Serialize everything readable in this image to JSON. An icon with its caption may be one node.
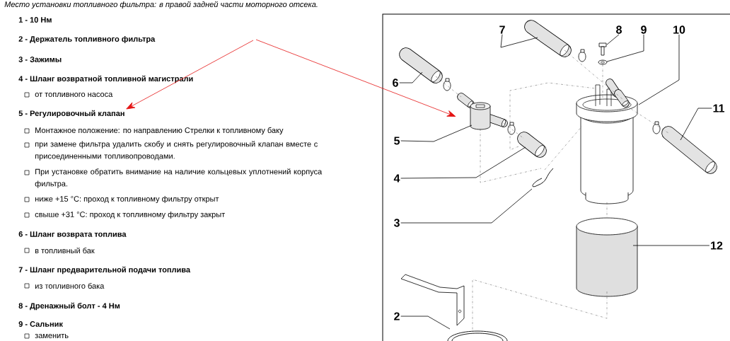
{
  "diagram": {
    "nodes": [
      {
        "text": [
          "5 - Регулировочный клапан"
        ]
      },
      {
        "text": [
          "6"
        ]
      },
      {
        "text": [
          "7"
        ]
      },
      {
        "text": [
          "8"
        ]
      },
      {
        "text": [
          "9"
        ]
      },
      {
        "text": [
          "10"
        ]
      },
      {
        "text": [
          "11"
        ]
      },
      {
        "text": [
          "5"
        ]
      },
      {
        "text": [
          "4"
        ]
      },
      {
        "text": [
          "3"
        ]
      },
      {
        "text": [
          "12"
        ]
      },
      {
        "text": [
          "2"
        ]
      },
      {
        "text": [],
        "shape": "picture"
      },
      {
        "text": [],
        "shape": "picture"
      },
      {
        "text": [],
        "shape": "picture"
      },
      {
        "text": [],
        "shape": "picture"
      },
      {
        "text": [],
        "shape": "cylinder"
      },
      {
        "text": [],
        "shape": "picture"
      },
      {
        "text": [],
        "shape": "picture"
      },
      {
        "text": [],
        "shape": "picture"
      },
      {
        "text": [],
        "shape": "picture"
      },
      {
        "text": [],
        "shape": "cylinder"
      },
      {
        "text": [],
        "shape": "picture"
      }
    ],
    "edges": [
      {
        "from": 1,
        "to": 12,
        "arrow": "none"
      },
      {
        "from": 2,
        "to": 13,
        "arrow": "none"
      },
      {
        "from": 3,
        "to": 14,
        "arrow": "none"
      },
      {
        "from": 4,
        "to": 15,
        "arrow": "none"
      },
      {
        "from": 5,
        "to": 16,
        "arrow": "none"
      },
      {
        "from": 6,
        "to": 17,
        "arrow": "none"
      },
      {
        "from": 7,
        "to": 18,
        "arrow": "none"
      },
      {
        "from": 8,
        "to": 19,
        "arrow": "none"
      },
      {
        "from": 9,
        "to": 20,
        "arrow": "none"
      },
      {
        "from": 10,
        "to": 21,
        "arrow": "none"
      },
      {
        "from": 11,
        "to": 22,
        "arrow": "none"
      },
      {
        "from": null,
        "to": 0,
        "arrow": "to",
        "color": "#e41414"
      },
      {
        "from": null,
        "to": 18,
        "arrow": "to",
        "color": "#e41414"
      },
      {
        "from": 12,
        "to": 18,
        "arrow": "none",
        "style": "dashed"
      },
      {
        "from": 18,
        "to": 19,
        "arrow": "none",
        "style": "dashed"
      },
      {
        "from": 18,
        "to": 20,
        "arrow": "none",
        "style": "dashed"
      },
      {
        "from": 19,
        "to": 16,
        "arrow": "none",
        "style": "dashed"
      },
      {
        "from": 13,
        "to": 16,
        "arrow": "none",
        "style": "dashed"
      },
      {
        "from": 15,
        "to": 16,
        "arrow": "none",
        "style": "dashed"
      },
      {
        "from": 16,
        "to": 17,
        "arrow": "none",
        "style": "dashed"
      },
      {
        "from": 20,
        "to": 16,
        "arrow": "none",
        "style": "dashed"
      },
      {
        "from": 16,
        "to": 21,
        "arrow": "none",
        "style": "dashed"
      },
      {
        "from": 21,
        "to": 22,
        "arrow": "none",
        "style": "dashed"
      }
    ],
    "labels": [
      "Место установки топливного фильтра: в правой задней части моторного отсека.",
      "1 - 10 Нм",
      "2 - Держатель топливного фильтра",
      "3 - Зажимы",
      "4 - Шланг возвратной топливной магистрали",
      "от топливного насоса",
      "Монтажное положение: по направлению Стрелки к топливному баку",
      "при замене фильтра удалить скобу и снять регулировочный клапан вместе с присоединенными топливопроводами.",
      "При установке обратить внимание на наличие кольцевых уплотнений корпуса фильтра.",
      "ниже +15 °C: проход к топливному фильтру открыт",
      "свыше +31 °C: проход к топливному фильтру закрыт",
      "6 - Шланг возврата топлива",
      "в топливный бак",
      "7 - Шланг предварительной подачи топлива",
      "из топливного бака",
      "8 - Дренажный болт - 4 Нм",
      "9 - Сальник",
      "заменить"
    ]
  }
}
